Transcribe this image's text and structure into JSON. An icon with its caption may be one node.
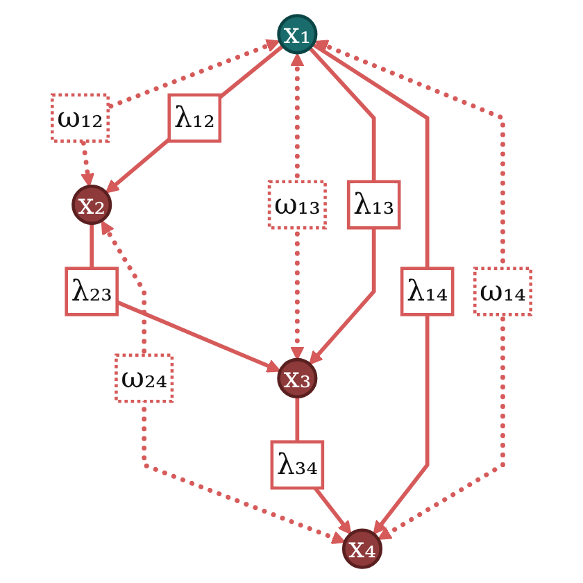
{
  "diagram": {
    "nodes": [
      {
        "text": [
          "x₁"
        ]
      },
      {
        "text": [
          "x₂"
        ]
      },
      {
        "text": [
          "x₃"
        ]
      },
      {
        "text": [
          "x₄"
        ]
      }
    ],
    "edges": [
      {
        "from": 0,
        "to": 1,
        "arrow": "both",
        "label": "ω₁₂",
        "style": "dashed"
      },
      {
        "from": 0,
        "to": 1,
        "arrow": "to",
        "label": "λ₁₂"
      },
      {
        "from": 0,
        "to": 2,
        "arrow": "both",
        "label": "ω₁₃",
        "style": "dashed"
      },
      {
        "from": 0,
        "to": 2,
        "arrow": "to",
        "label": "λ₁₃"
      },
      {
        "from": 0,
        "to": 3,
        "arrow": "to",
        "label": "λ₁₄"
      },
      {
        "from": 1,
        "to": 2,
        "arrow": "to",
        "label": "λ₂₃"
      },
      {
        "from": 0,
        "to": 3,
        "arrow": "both",
        "label": "ω₁₄",
        "style": "dashed"
      },
      {
        "from": 1,
        "to": 3,
        "arrow": "both",
        "label": "ω₂₄",
        "style": "dashed"
      },
      {
        "from": 2,
        "to": 3,
        "arrow": "to",
        "label": "λ₃₄"
      }
    ]
  }
}
